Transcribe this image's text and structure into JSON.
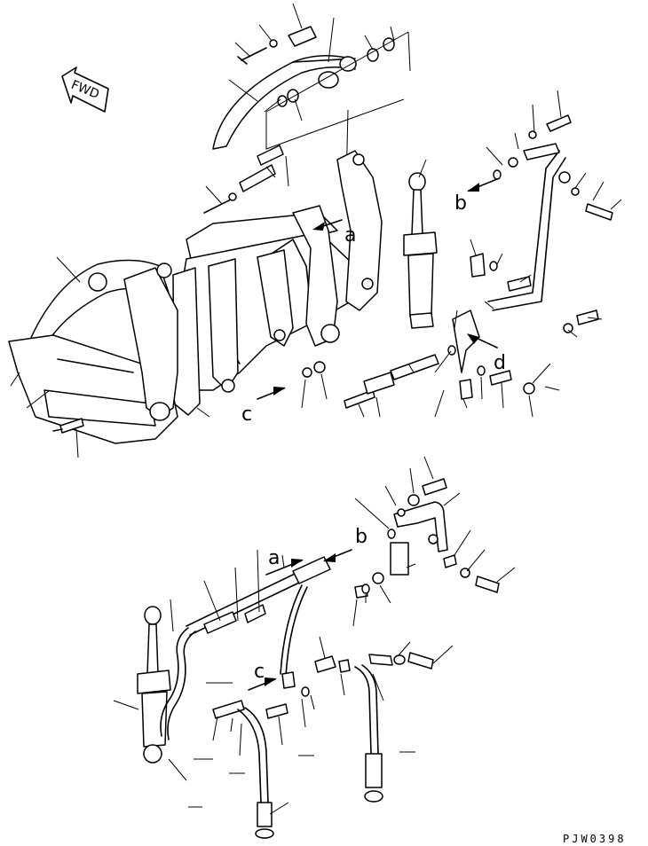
{
  "diagram": {
    "orientation_label": "FWD",
    "callouts": [
      "a",
      "b",
      "c",
      "d"
    ],
    "drawing_code": "PJW0398"
  }
}
